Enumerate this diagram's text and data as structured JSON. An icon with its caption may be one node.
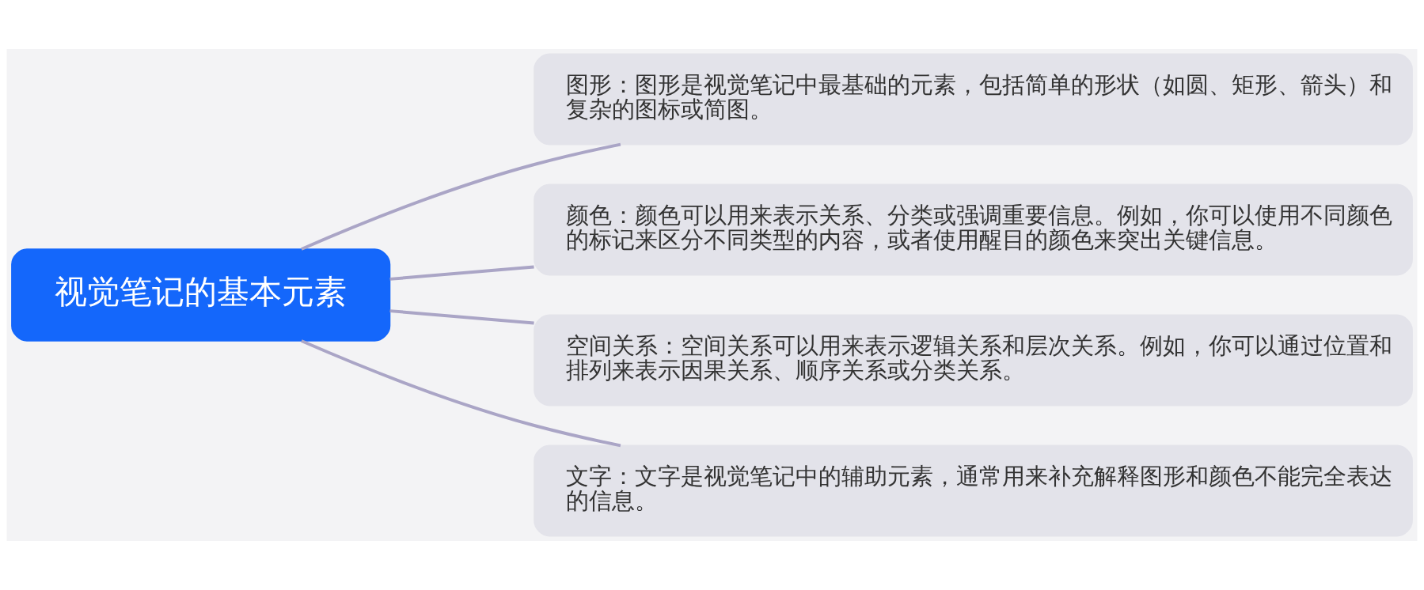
{
  "diagram": {
    "nodes": [
      {
        "text": [
          "视觉笔记的基本元素"
        ]
      },
      {
        "text": [
          "图形：图形是视觉笔记中最基础的元素，包括简单的形状（如圆、矩形、箭头）和复杂的图标或简图。"
        ]
      },
      {
        "text": [
          "颜色：颜色可以用来表示关系、分类或强调重要信息。例如，你可以使用不同颜色的标记来区分不同类型的内容，或者使用醒目的颜色来突出关键信息。"
        ]
      },
      {
        "text": [
          "空间关系：空间关系可以用来表示逻辑关系和层次关系。例如，你可以通过位置和排列来表示因果关系、顺序关系或分类关系。"
        ]
      },
      {
        "text": [
          "文字：文字是视觉笔记中的辅助元素，通常用来补充解释图形和颜色不能完全表达的信息。"
        ]
      }
    ],
    "edges": [
      {
        "from": 0,
        "to": 1,
        "arrow": "none"
      },
      {
        "from": 0,
        "to": 2,
        "arrow": "none"
      },
      {
        "from": 0,
        "to": 3,
        "arrow": "none"
      },
      {
        "from": 0,
        "to": 4,
        "arrow": "none"
      }
    ]
  }
}
